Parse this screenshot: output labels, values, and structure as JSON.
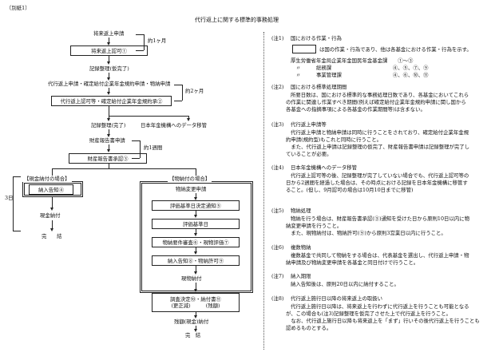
{
  "header": {
    "tag": "〔別紙1〕",
    "title": "代行返上に関する標準的事務処理"
  },
  "flow": {
    "step1": "将来返上申請",
    "step2": "将来返上認可①",
    "month1": "約1ヶ月",
    "step3": "記録整理(仮完了)",
    "step4": "代行返上申請・確定給付企業年金規約申請・物納申請",
    "step5": "代行返上認可等・確定給付企業年金規約承②",
    "month2": "約2ヶ月",
    "branch_left": "記録整理(完了)",
    "branch_right": "日本年金機構へのデータ移管",
    "step6": "財産報告書申請",
    "step7": "財産報告書承認③",
    "week1": "約1週間",
    "days3": "3日",
    "cash_header": "【現金納付の場合】",
    "in_kind_header": "【物納付の場合】",
    "cash1": "納入告知④",
    "cash2": "現金納付",
    "cash3": "完　　結",
    "k1": "物納変更申請",
    "k2": "評価基準日決定通知⑤",
    "k3": "評価基準日",
    "k4": "物納要件審査⑥・現物評価⑦",
    "k5": "納入告知⑧・物納許可⑨",
    "k6": "現物納付",
    "k7a": "調査決定⑩・納付書⑪",
    "k7b": "(更正減)　　　(残額)",
    "k8": "残額(現金)納付",
    "k9": "完　結"
  },
  "notes": [
    {
      "num": "(注1)",
      "title": "国における作業・行為",
      "lines": [
        "は国の作業・行為であり、他は各基金における作業・行為を示す。",
        "厚生労働省年金局企業年金国民年金基金課　　①～③",
        "　〃　　　総務課　　　　　　　　　　　　④、⑤、⑦、⑨",
        "　〃　　　事業管理課　　　　　　　　　　④、⑥、⑩、⑪"
      ]
    },
    {
      "num": "(注2)",
      "title": "国における標準処理期間",
      "lines": [
        "所要日数は、国における標準的な事務処理日数であり、各基金においてこれら",
        "の作業に関連し作業すべき期間(例えば確定給付企業年金規約申請に関し国から",
        "各基金への指摘事項による各基金の作業期間等)は含まない。"
      ]
    },
    {
      "num": "(注3)",
      "title": "代行返上申請等",
      "lines": [
        "代行返上申請と物納申請は同時に行うことをされており、確定給付企業年金規",
        "約申請(規約型)もこれと同時に行うこと。",
        "　また、代行返上申請は記録整理の仮完了、財産報告書申請は記録整理が完了し",
        "ていることが必要。"
      ]
    },
    {
      "num": "(注4)",
      "title": "日本年金機構へのデータ移管",
      "lines": [
        "代行返上認可等の後、記録整理が完了していない場合でも、代行返上認可等の",
        "日から2週間を経過した場合は、その時点における記録を日本年金機構に移管す",
        "ること。(但し、9月認可の場合は10月10日までに移管)"
      ]
    },
    {
      "num": "(注5)",
      "title": "物納処理",
      "lines": [
        "物納を行う場合は、財産報告書承認(③)通知を受けた日から原則10日以内に物",
        "納変更申請を行うこと。",
        "　また、現物納付は、物納許可(⑨)から原則3営業日以内に行うこと。"
      ]
    },
    {
      "num": "(注6)",
      "title": "複数物納",
      "lines": [
        "複数基金で共同して物納をする場合は、代表基金を選出し、代行返上申請・物",
        "納申請及び物納変更申請を各基金と同日付けで行うこと。"
      ]
    },
    {
      "num": "(注7)",
      "title": "納入期限",
      "lines": [
        "納入告知後は、原則20日以内に納付すること。"
      ]
    },
    {
      "num": "(注8)",
      "title": "代行返上施行日以降の将来返上の取扱い",
      "lines": [
        "代行返上施行日以降は、将来返上を行わずに代行返上を行うことも可能となる",
        "が、この場合も(注3)記録整理を仮完了させた上で代行返上を行うこと。",
        "　なお、代行返上施行日以降も将来返上を「まず」行いその後代行返上を行うことも",
        "認めるものとする。"
      ]
    }
  ]
}
